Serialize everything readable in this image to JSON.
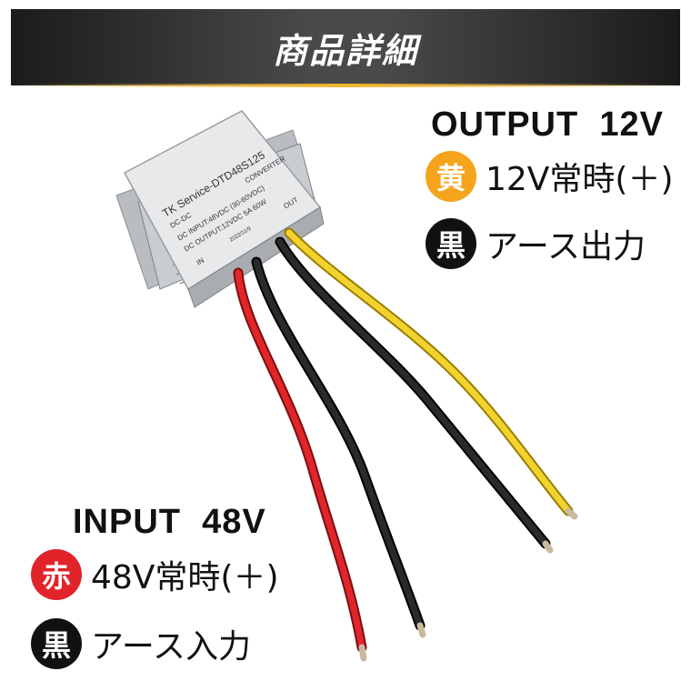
{
  "banner": {
    "title": "商品詳細"
  },
  "output": {
    "heading": "OUTPUT  12V",
    "items": [
      {
        "badge": "黄",
        "color": "#f5a41c",
        "text": "12V常時(＋)"
      },
      {
        "badge": "黒",
        "color": "#111111",
        "text": "アース出力"
      }
    ]
  },
  "input": {
    "heading": "INPUT  48V",
    "items": [
      {
        "badge": "赤",
        "color": "#e0242a",
        "text": "48V常時(＋)"
      },
      {
        "badge": "黒",
        "color": "#111111",
        "text": "アース入力"
      }
    ]
  },
  "device": {
    "label_brand": "TK Service-DTD48S125",
    "label_type": "DC-DC",
    "label_converter": "CONVERTER",
    "label_input": "DC INPUT:48VDC (30-60VDC)",
    "label_output": "DC OUTPUT:12VDC 5A 60W",
    "label_in": "IN",
    "label_out": "OUT",
    "label_date": "2022/11/9"
  }
}
